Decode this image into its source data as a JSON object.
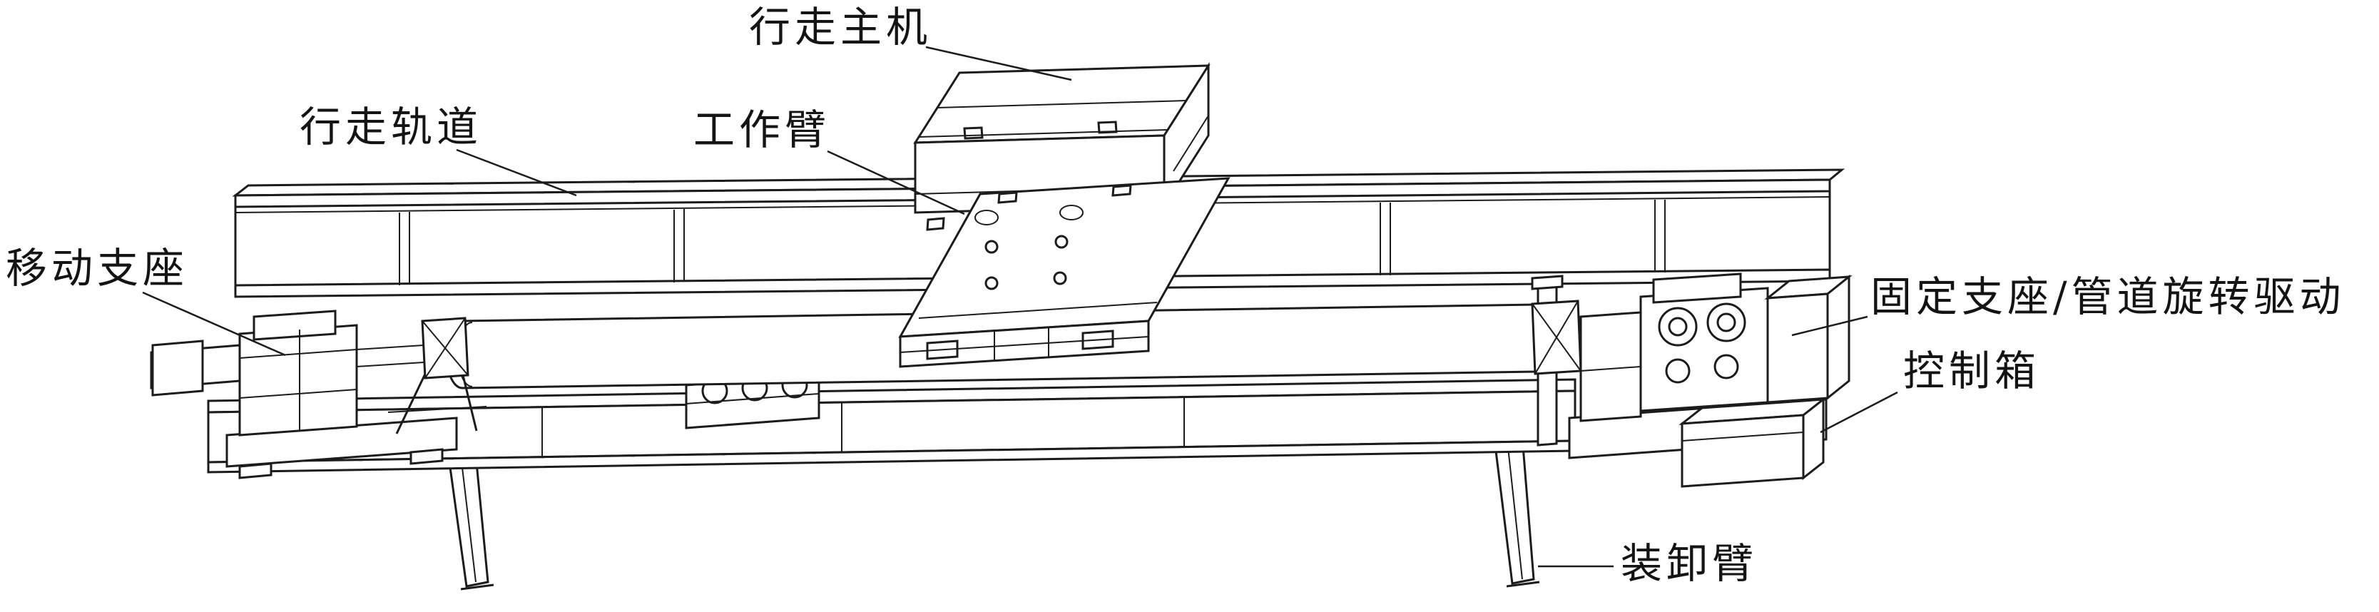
{
  "diagram": {
    "type": "engineering-line-drawing",
    "description": "Isometric line drawing of a pipe traveling machine on rails with supports and control box",
    "colors": {
      "line": "#1c1c1c",
      "background": "#ffffff"
    },
    "labels": {
      "traveling_host": "行走主机",
      "traveling_track": "行走轨道",
      "working_arm": "工作臂",
      "movable_support": "移动支座",
      "fixed_support_pipe_drive": "固定支座/管道旋转驱动",
      "control_box": "控制箱",
      "loading_arm": "装卸臂"
    }
  }
}
